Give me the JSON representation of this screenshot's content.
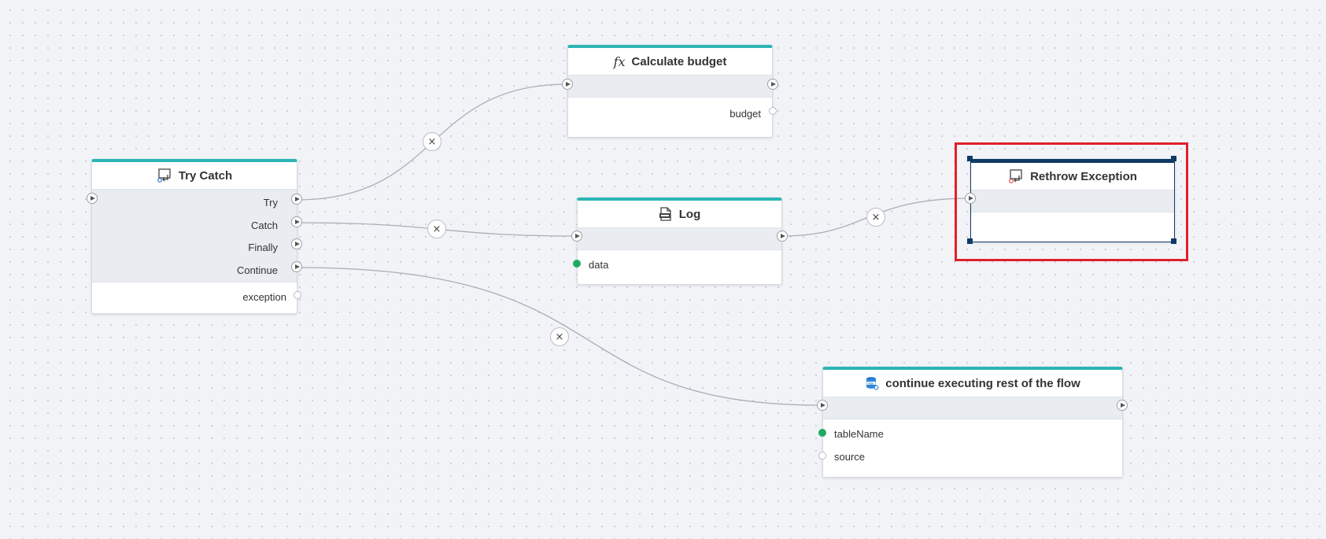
{
  "nodes": {
    "try_catch": {
      "title": "Try Catch",
      "icon": "try-catch-icon",
      "outputs": [
        "Try",
        "Catch",
        "Finally",
        "Continue"
      ],
      "data_out": "exception"
    },
    "calculate_budget": {
      "title": "Calculate budget",
      "icon_text": "fx",
      "data_out": "budget"
    },
    "log": {
      "title": "Log",
      "icon": "log-file-icon",
      "data_in": "data"
    },
    "rethrow": {
      "title": "Rethrow Exception",
      "icon": "rethrow-icon",
      "selected": true
    },
    "continue_flow": {
      "title": "continue executing rest of the flow",
      "icon": "sql-database-icon",
      "data_in": [
        "tableName",
        "source"
      ]
    }
  },
  "edge_delete_symbol": "×",
  "colors": {
    "accent": "#2cb5b5",
    "selected": "#0f3a66",
    "highlight": "#e0212b",
    "connected_pin": "#1faa62"
  }
}
